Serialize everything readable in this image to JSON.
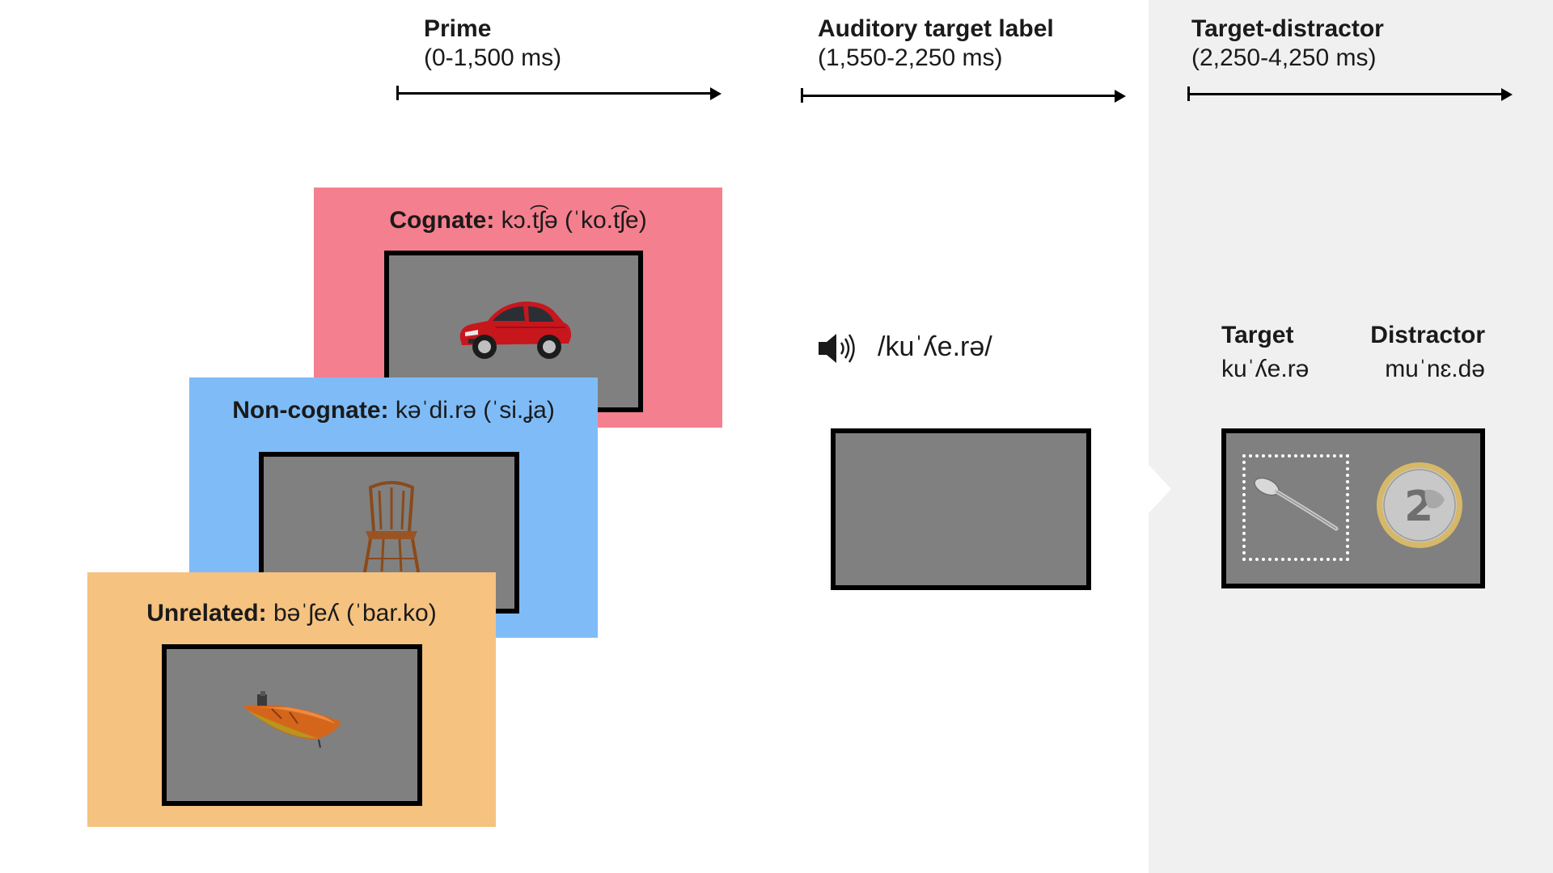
{
  "phases": [
    {
      "title": "Prime",
      "time": "(0-1,500 ms)"
    },
    {
      "title": "Auditory target label",
      "time": "(1,550-2,250 ms)"
    },
    {
      "title": "Target-distractor",
      "time": "(2,250-4,250 ms)"
    }
  ],
  "prime_cards": {
    "cognate": {
      "label": "Cognate:",
      "ipa": "kɔ.t͡ʃə (ˈko.t͡ʃe)",
      "color": "#f47f8e",
      "image": "car-icon"
    },
    "noncognate": {
      "label": "Non-cognate:",
      "ipa": "kəˈdi.rə (ˈsi.ʝa)",
      "color": "#7fbcf7",
      "image": "chair-icon"
    },
    "unrelated": {
      "label": "Unrelated:",
      "ipa": "bəˈʃeʎ (ˈbar.ko)",
      "color": "#f5c280",
      "image": "boat-icon"
    }
  },
  "auditory": {
    "icon": "speaker-icon",
    "label": "/kuˈʎe.rə/"
  },
  "target_distractor": {
    "target_title": "Target",
    "target_word": "kuˈʎe.rə",
    "distractor_title": "Distractor",
    "distractor_word": "muˈnɛ.də",
    "target_image": "spoon-icon",
    "distractor_image": "coin-icon"
  },
  "colors": {
    "screen": "#808080",
    "panel": "#f0f0f0"
  }
}
